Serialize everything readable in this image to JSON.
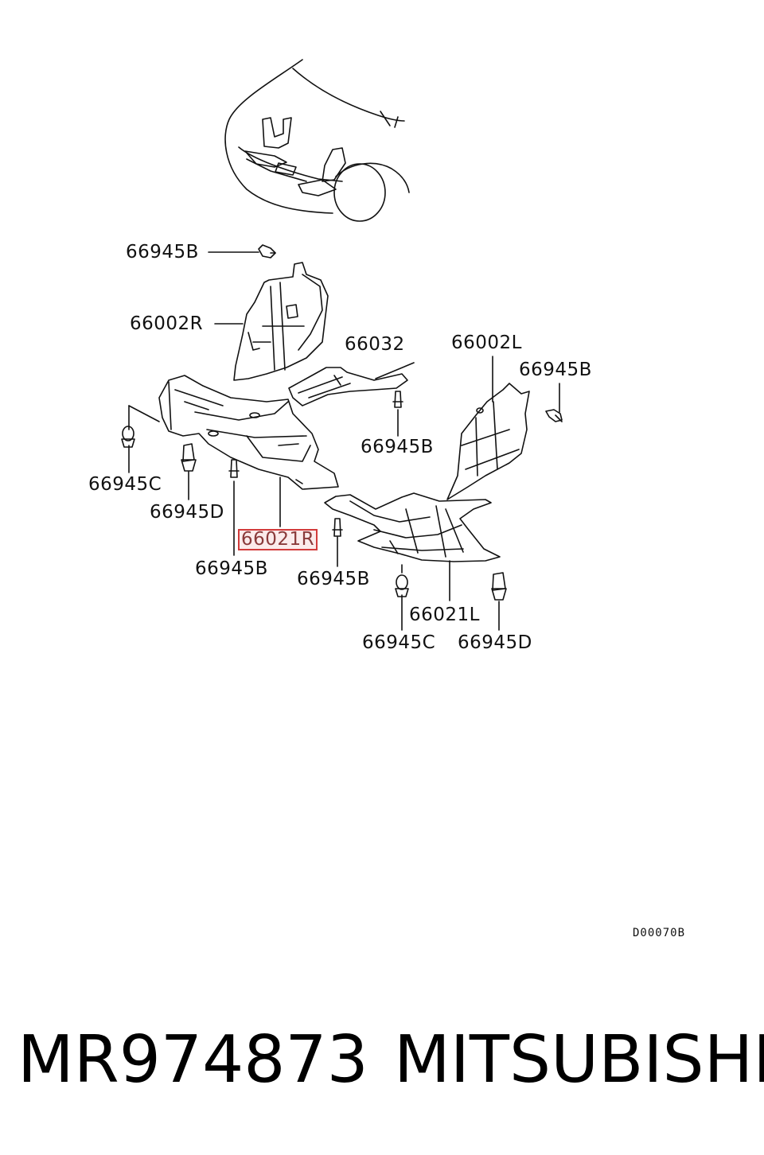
{
  "callouts": {
    "fastener_b_top": "66945B",
    "shield_upper_right": "66002R",
    "bracket": "66032",
    "shield_upper_left": "66002L",
    "fastener_b_right": "66945B",
    "fastener_b_middle": "66945B",
    "fastener_c_left": "66945C",
    "fastener_d_left": "66945D",
    "cover_right": "66021R",
    "fastener_b_lower_left": "66945B",
    "fastener_b_lower_mid": "66945B",
    "cover_left": "66021L",
    "fastener_c_right": "66945C",
    "fastener_d_right": "66945D"
  },
  "highlighted_callout": "cover_right",
  "drawing_code": "D00070B",
  "footer": {
    "part_number": "MR974873",
    "brand": "MITSUBISHI"
  },
  "colors": {
    "line": "#111111",
    "highlight": "#d23b3b"
  }
}
